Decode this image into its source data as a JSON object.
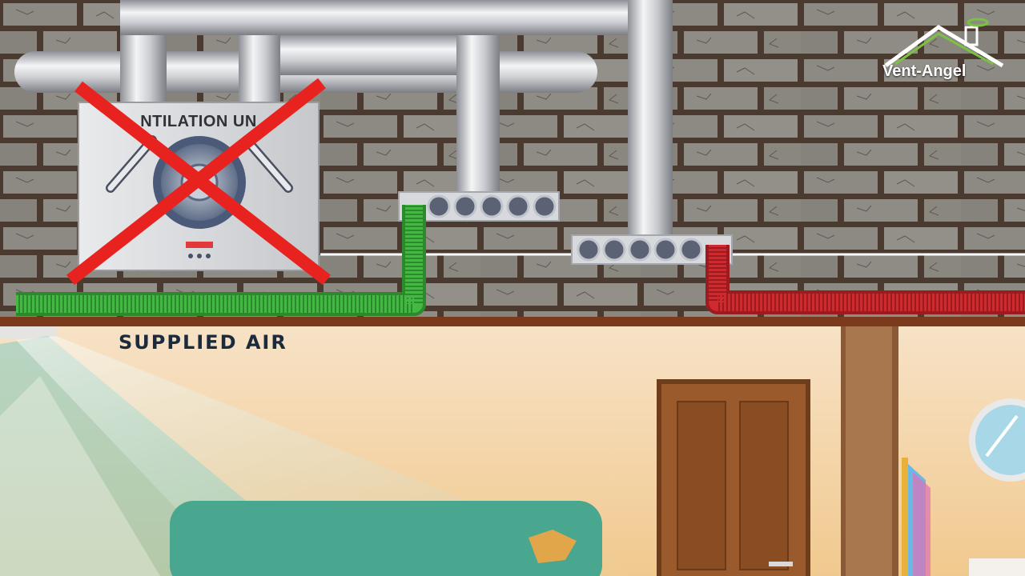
{
  "brand": {
    "name": "Vent-Angel",
    "halo_color": "#7cc242"
  },
  "unit": {
    "title": "NTILATION UN",
    "crossed_out": true,
    "cross_color": "#e8231f"
  },
  "caption": "SUPPLIED AIR",
  "ducts": {
    "supply_color": "#3fae3c",
    "extract_color": "#c7252b"
  },
  "manifolds": {
    "left_ports": 5,
    "right_ports": 5
  }
}
